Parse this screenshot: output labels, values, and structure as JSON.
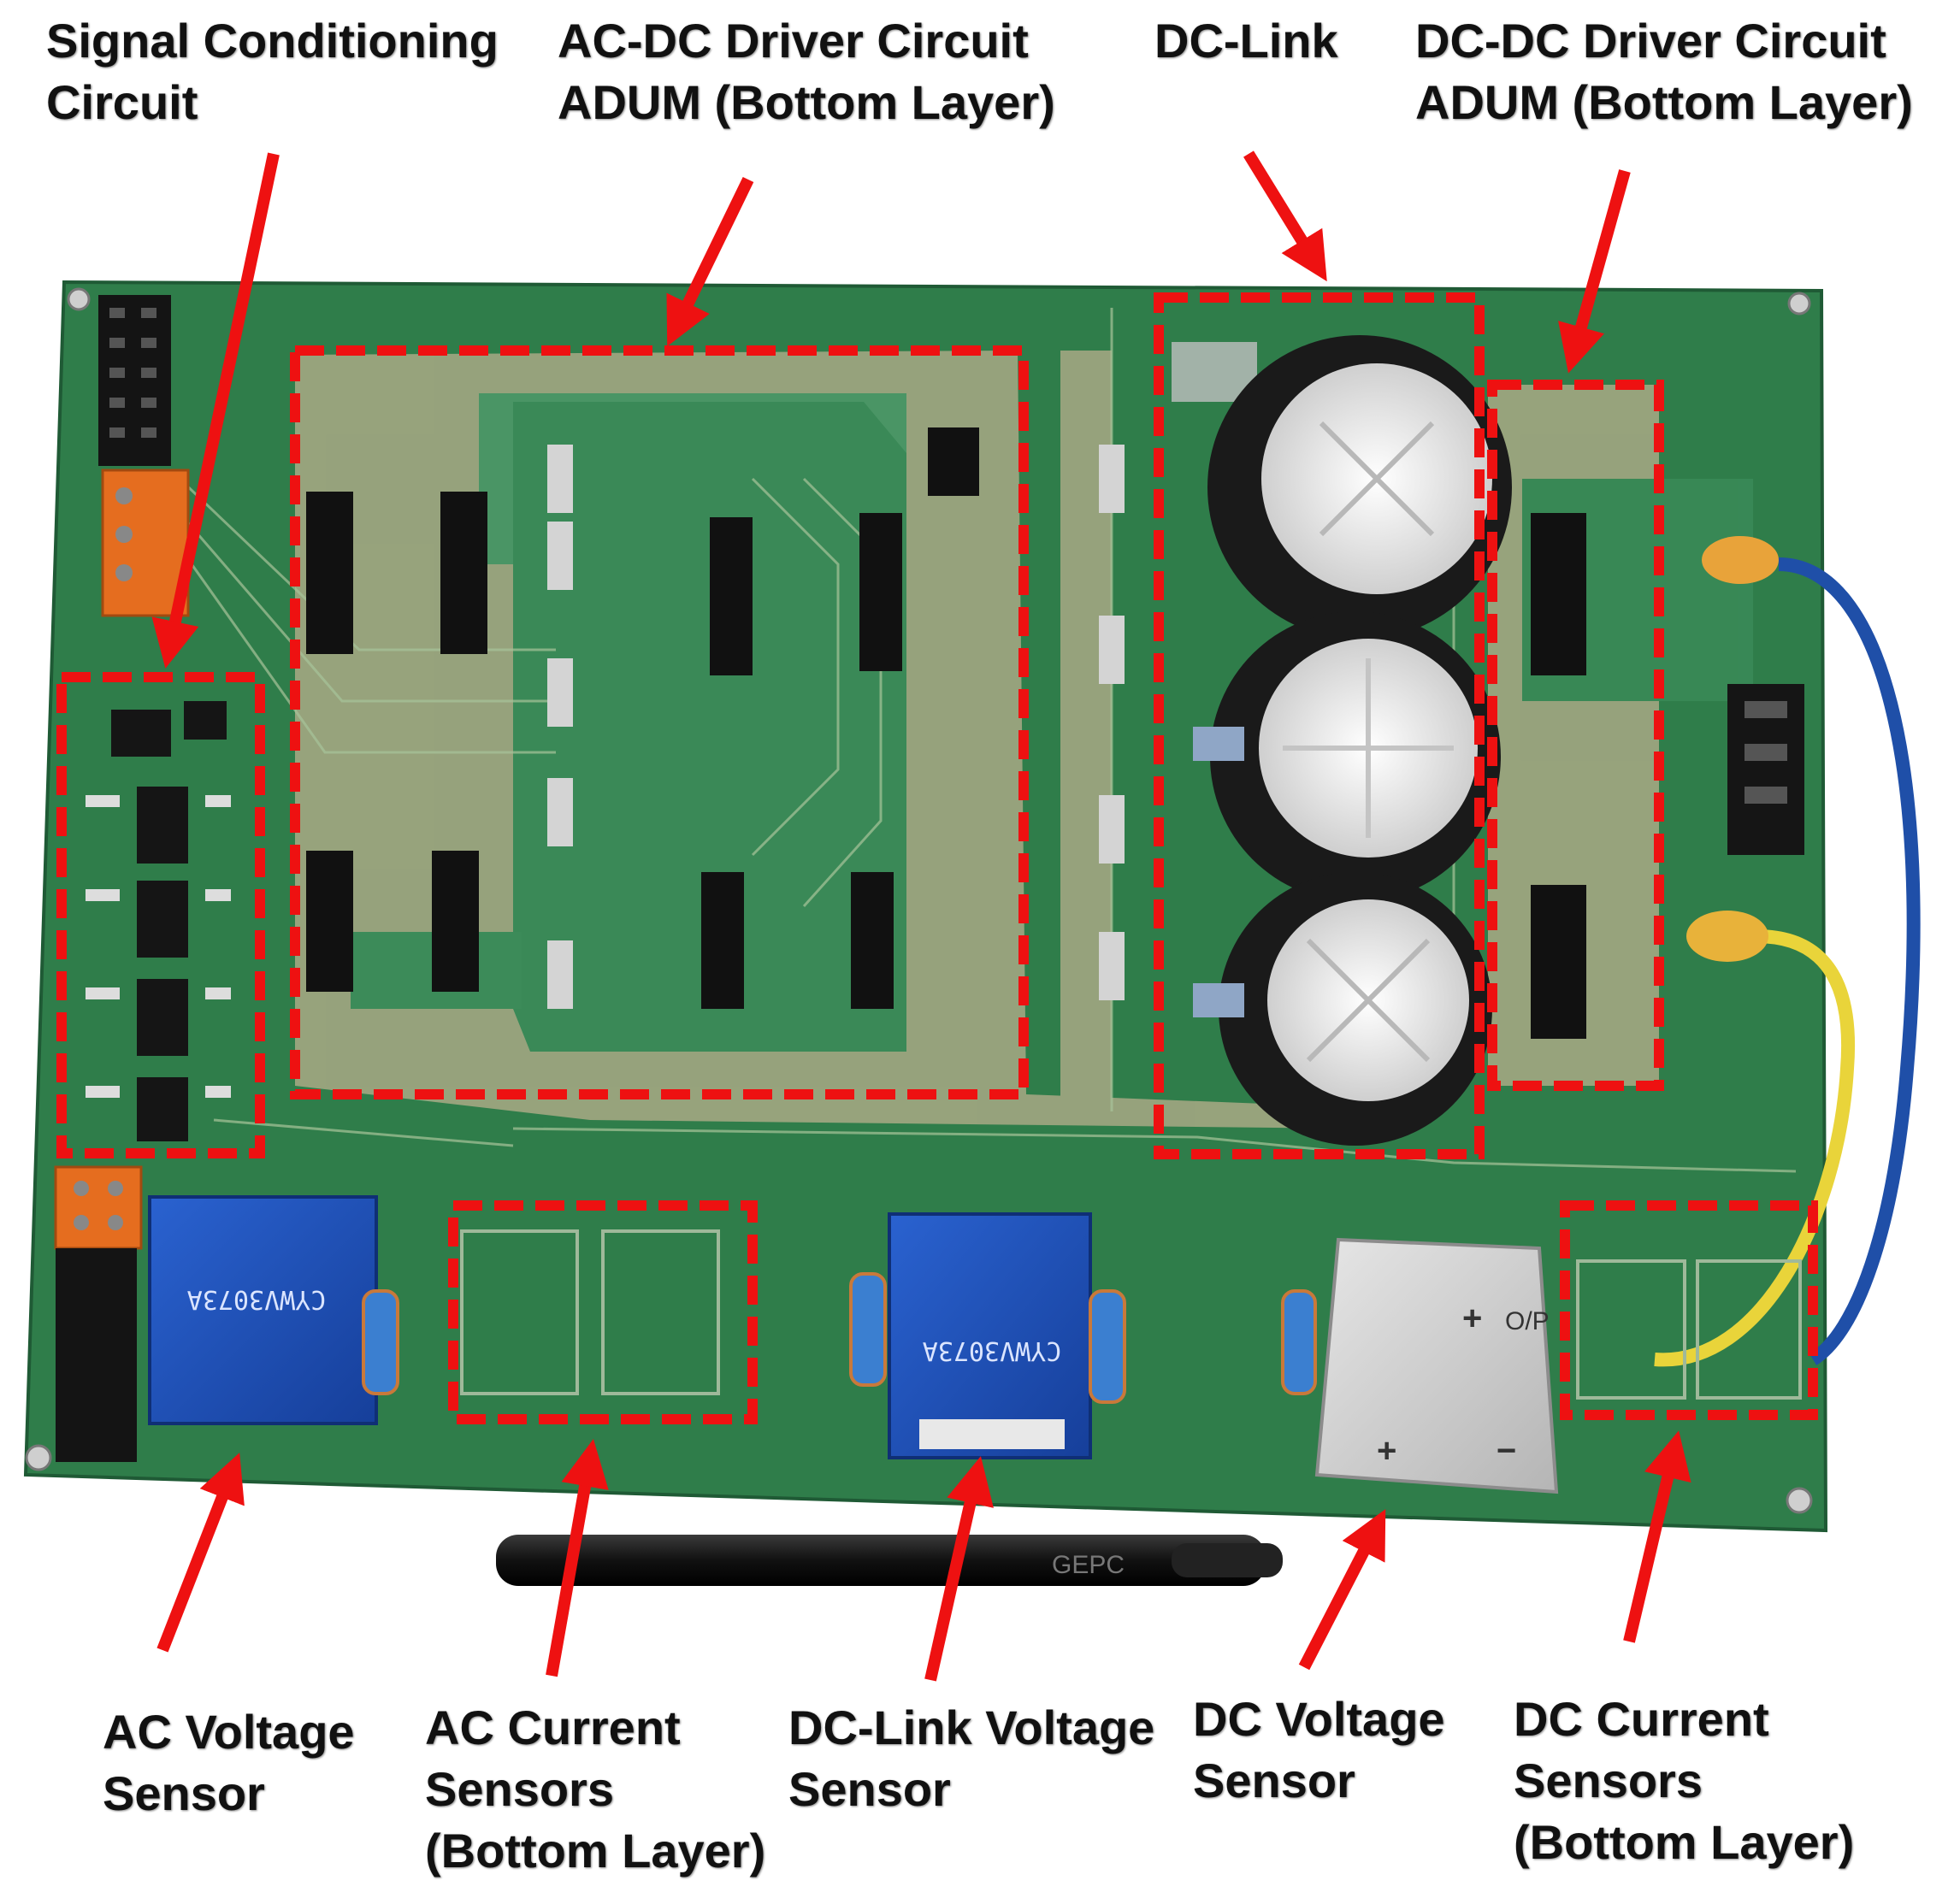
{
  "labels": {
    "signal_conditioning": [
      "Signal Conditioning",
      "Circuit"
    ],
    "acdc_driver": [
      "AC-DC Driver Circuit",
      "ADUM (Bottom Layer)"
    ],
    "dc_link": [
      "DC-Link"
    ],
    "dcdc_driver": [
      "DC-DC Driver Circuit",
      "ADUM (Bottom Layer)"
    ],
    "ac_voltage_sensor": [
      "AC Voltage",
      "Sensor"
    ],
    "ac_current_sensors": [
      "AC Current",
      "Sensors",
      "(Bottom Layer)"
    ],
    "dclink_voltage_sensor": [
      "DC-Link Voltage",
      "Sensor"
    ],
    "dc_voltage_sensor": [
      "DC Voltage",
      "Sensor"
    ],
    "dc_current_sensors": [
      "DC Current",
      "Sensors",
      "(Bottom Layer)"
    ]
  },
  "component_text": {
    "pen_brand": "GEPC",
    "sensor_marking_1": "CYWV3073A",
    "sensor_marking_2": "CYWV3073A",
    "dc_sensor_plus": "+",
    "dc_sensor_minus": "−",
    "dc_sensor_op": "O/P"
  },
  "colors": {
    "pcb": "#2f7d4a",
    "pcb_dark": "#22663b",
    "copper_pour": "#a9a985",
    "annotation_red": "#ee1111",
    "sensor_blue": "#1a4fb8",
    "capacitor_black": "#1a1a1a",
    "capacitor_top": "#e8e8e8",
    "dc_sensor_grey": "#cfcfcf"
  },
  "icons": [
    "annotation-arrow",
    "dashed-region-box"
  ]
}
